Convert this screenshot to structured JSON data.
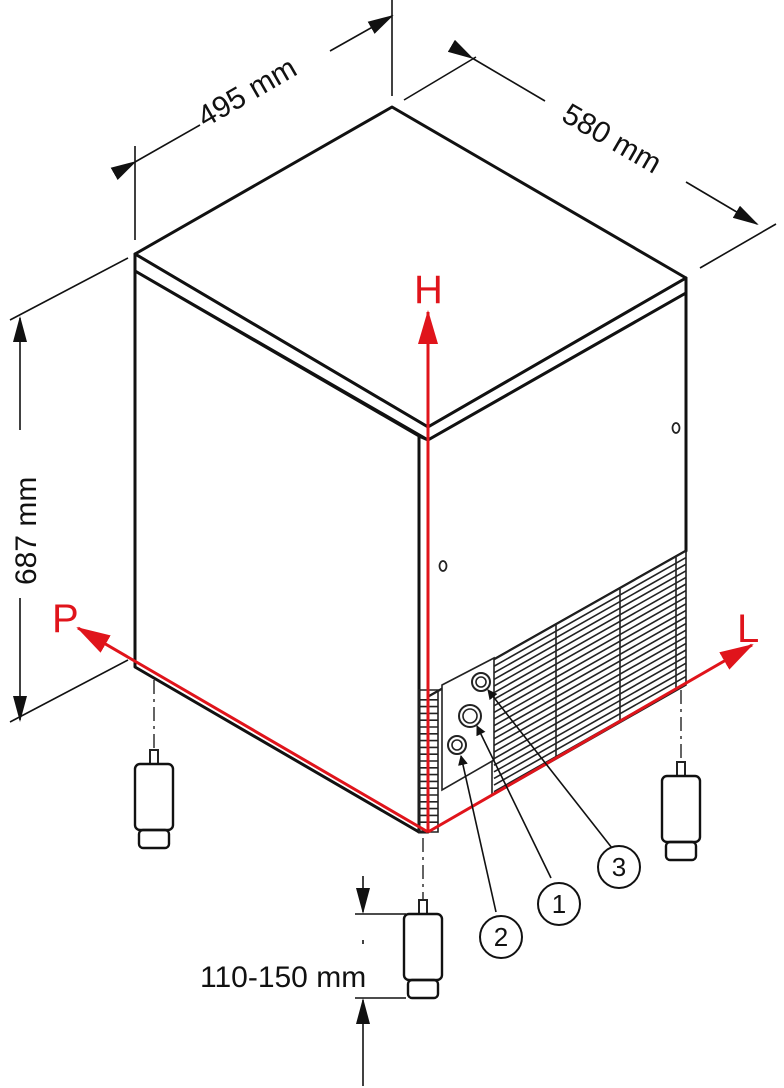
{
  "dimensions": {
    "width": "495 mm",
    "depth": "580 mm",
    "height": "687 mm",
    "feet": "110-150 mm"
  },
  "axes": {
    "h": "H",
    "p": "P",
    "l": "L"
  },
  "callouts": [
    "1",
    "2",
    "3"
  ],
  "colors": {
    "axis": "#e0141b",
    "line": "#111111",
    "background": "#ffffff"
  }
}
